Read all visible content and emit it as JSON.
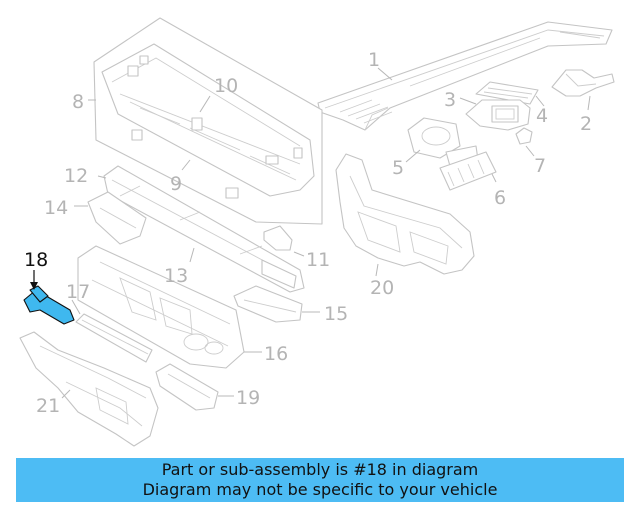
{
  "diagram": {
    "callouts": [
      "1",
      "2",
      "3",
      "4",
      "5",
      "6",
      "7",
      "8",
      "9",
      "10",
      "11",
      "12",
      "13",
      "14",
      "15",
      "16",
      "17",
      "18",
      "19",
      "20",
      "21"
    ],
    "highlighted_part": "18"
  },
  "banner": {
    "line1": "Part or sub-assembly is #18 in diagram",
    "line2": "Diagram may not be specific to your vehicle"
  },
  "colors": {
    "banner_bg": "#4dbcf4",
    "highlight": "#3fb8ef",
    "line": "#c4c4c4"
  }
}
